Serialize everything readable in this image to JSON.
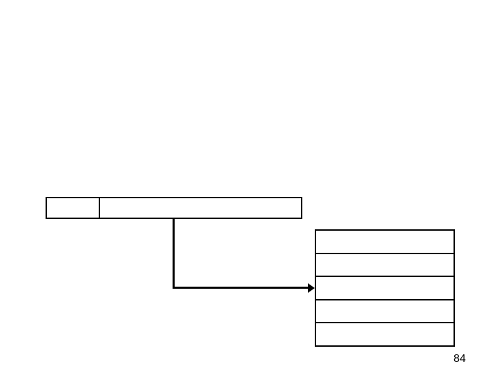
{
  "page_number": "84",
  "colors": {
    "background": "#ffffff",
    "line": "#000000"
  },
  "diagram": {
    "record_box_cells": 2,
    "table_rows": 5,
    "arrow_shape": "elbow-down-then-right"
  }
}
